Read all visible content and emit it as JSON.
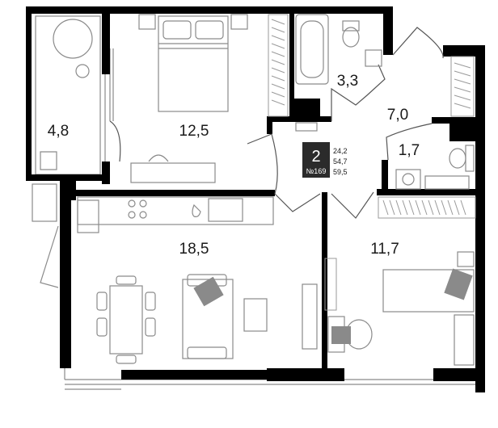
{
  "rooms": [
    {
      "id": "balcony-top",
      "area": "4,8"
    },
    {
      "id": "bedroom-master",
      "area": "12,5"
    },
    {
      "id": "bathroom",
      "area": "3,3"
    },
    {
      "id": "hall",
      "area": "7,0"
    },
    {
      "id": "wc",
      "area": "1,7"
    },
    {
      "id": "kitchen-living",
      "area": "18,5"
    },
    {
      "id": "bedroom-second",
      "area": "11,7"
    }
  ],
  "apartment": {
    "rooms_count": "2",
    "number": "№169",
    "area_living": "24,2",
    "area_total": "54,7",
    "area_with_balcony": "59,5"
  },
  "colors": {
    "wall": "#000000",
    "line": "#7a7a7a",
    "badge": "#2b2b2b"
  }
}
